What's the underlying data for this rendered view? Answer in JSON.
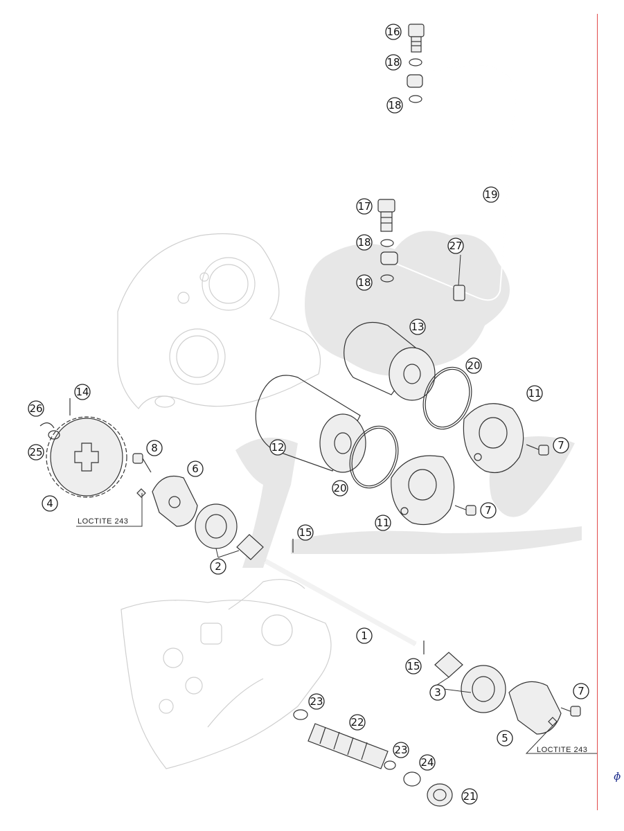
{
  "diagram": {
    "labels": {
      "c1": "1",
      "c2": "2",
      "c3": "3",
      "c4": "4",
      "c5": "5",
      "c6": "6",
      "c7a": "7",
      "c7b": "7",
      "c7c": "7",
      "c8": "8",
      "c11a": "11",
      "c11b": "11",
      "c12": "12",
      "c13": "13",
      "c14": "14",
      "c15a": "15",
      "c15b": "15",
      "c16": "16",
      "c17": "17",
      "c18a": "18",
      "c18b": "18",
      "c18c": "18",
      "c18d": "18",
      "c19": "19",
      "c20a": "20",
      "c20b": "20",
      "c21": "21",
      "c22": "22",
      "c23a": "23",
      "c23b": "23",
      "c24": "24",
      "c25": "25",
      "c26": "26",
      "c27": "27"
    },
    "notes": {
      "loctite_left": "LOCTITE 243",
      "loctite_right": "LOCTITE 243"
    },
    "corner_mark": "ɸ"
  },
  "colors": {
    "border_line": "#e24a4a",
    "corner_mark": "#1a2a8a",
    "watermark": "#e7e7e7"
  }
}
